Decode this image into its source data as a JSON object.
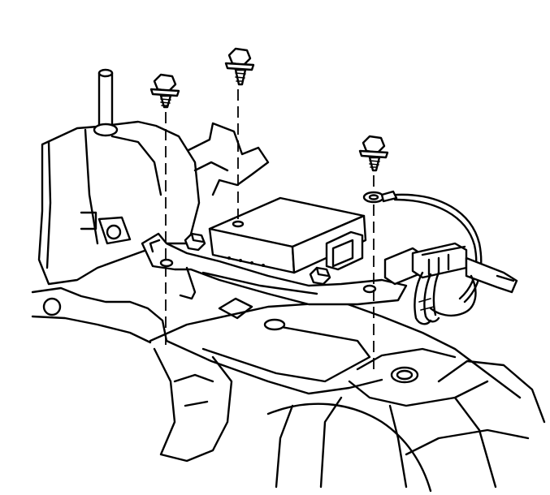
{
  "figure": {
    "style": "black line-art exploded view",
    "colors": {
      "line": "#000000",
      "background": "#ffffff"
    },
    "parts": [
      {
        "id": "module",
        "icon": "electronic-control-module"
      },
      {
        "id": "bracket",
        "icon": "mounting-bracket"
      },
      {
        "id": "bolts",
        "icon": "hex-flange-bolt",
        "count": 3
      },
      {
        "id": "ground-strap",
        "icon": "ground-wire-eyelet"
      },
      {
        "id": "connector",
        "icon": "wiring-harness-connector"
      },
      {
        "id": "stud",
        "icon": "vertical-stud"
      }
    ]
  }
}
